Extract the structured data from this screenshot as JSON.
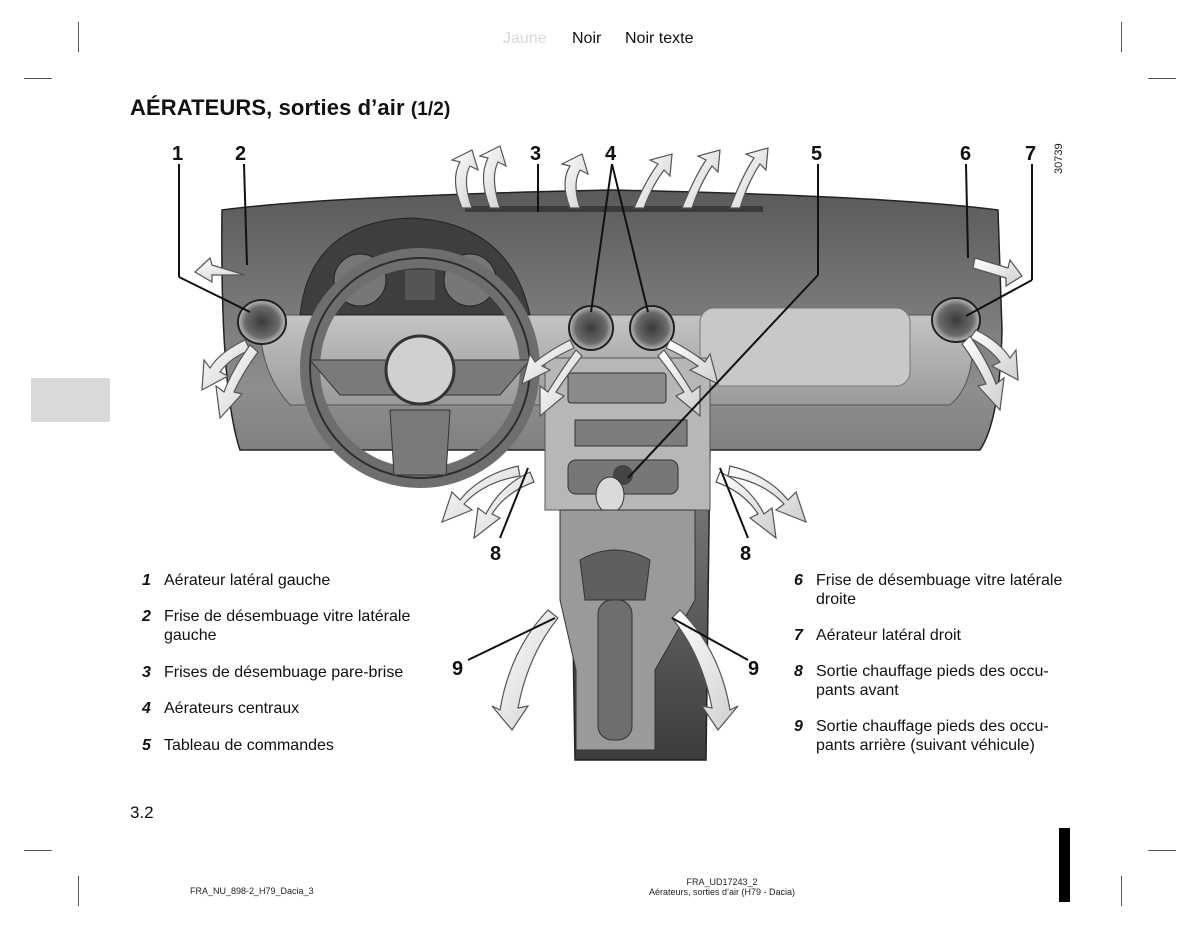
{
  "header": {
    "color_jaune": "Jaune",
    "color_noir": "Noir",
    "color_noir_texte": "Noir texte"
  },
  "title": {
    "main": "AÉRATEURS, sorties d’air",
    "part": "(1/2)"
  },
  "figure": {
    "code": "30739",
    "callouts": [
      "1",
      "2",
      "3",
      "4",
      "5",
      "6",
      "7",
      "8",
      "8",
      "9",
      "9"
    ],
    "description": "dashboard-air-vents-illustration"
  },
  "legend_left": [
    {
      "num": "1",
      "text": "Aérateur latéral gauche"
    },
    {
      "num": "2",
      "text": "Frise de désembuage vitre latérale gauche"
    },
    {
      "num": "3",
      "text": "Frises de désembuage pare-brise"
    },
    {
      "num": "4",
      "text": "Aérateurs centraux"
    },
    {
      "num": "5",
      "text": "Tableau de commandes"
    }
  ],
  "legend_right": [
    {
      "num": "6",
      "text": "Frise de désembuage vitre latérale droite"
    },
    {
      "num": "7",
      "text": "Aérateur latéral droit"
    },
    {
      "num": "8",
      "text": "Sortie chauffage pieds des occu-pants avant"
    },
    {
      "num": "9",
      "text": "Sortie chauffage pieds des occu-pants arrière (suivant véhicule)"
    }
  ],
  "page_number": "3.2",
  "footer": {
    "left": "FRA_NU_898-2_H79_Dacia_3",
    "right_line1": "FRA_UD17243_2",
    "right_line2": "Aérateurs, sorties d’air (H79 - Dacia)"
  }
}
